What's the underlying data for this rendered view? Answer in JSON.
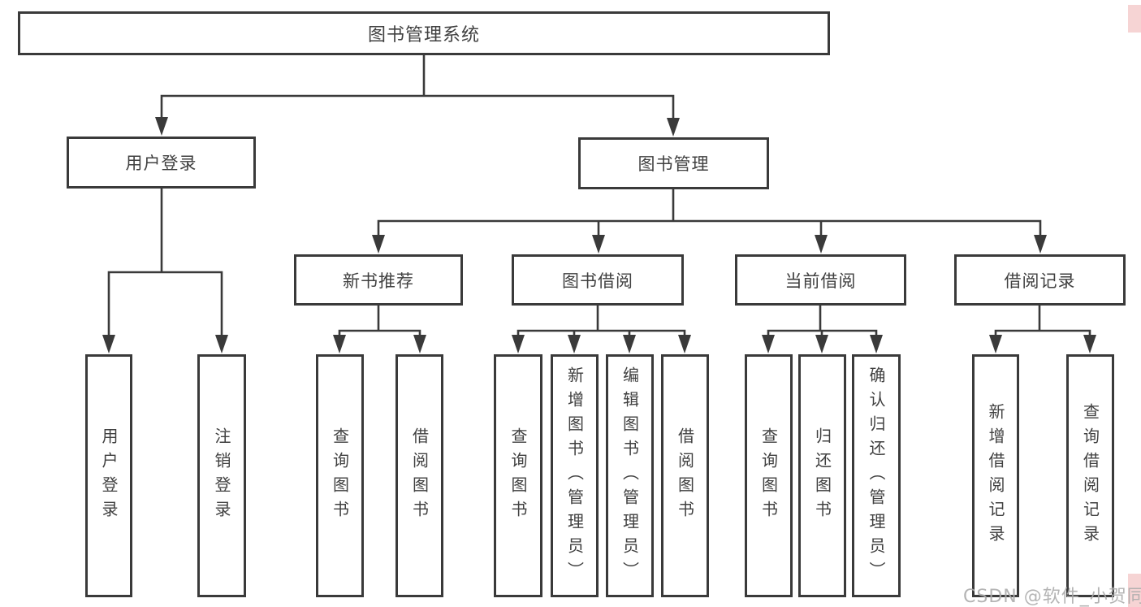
{
  "colors": {
    "line": "#3a3a3a",
    "box_border": "#3a3a3a",
    "box_fill": "#ffffff",
    "text": "#404040",
    "watermark": "#acacac"
  },
  "diagram": {
    "root": {
      "label": "图书管理系统"
    },
    "user_login_branch": {
      "label": "用户登录",
      "children": [
        "用户登录",
        "注销登录"
      ]
    },
    "book_mgmt_branch": {
      "label": "图书管理",
      "sections": [
        {
          "label": "新书推荐",
          "children": [
            "查询图书",
            "借阅图书"
          ]
        },
        {
          "label": "图书借阅",
          "children": [
            "查询图书",
            "新增图书（管理员）",
            "编辑图书（管理员）",
            "借阅图书"
          ]
        },
        {
          "label": "当前借阅",
          "children": [
            "查询图书",
            "归还图书",
            "确认归还（管理员）"
          ]
        },
        {
          "label": "借阅记录",
          "children": [
            "新增借阅记录",
            "查询借阅记录"
          ]
        }
      ]
    },
    "watermark": "CSDN @软件_小贺同学"
  }
}
